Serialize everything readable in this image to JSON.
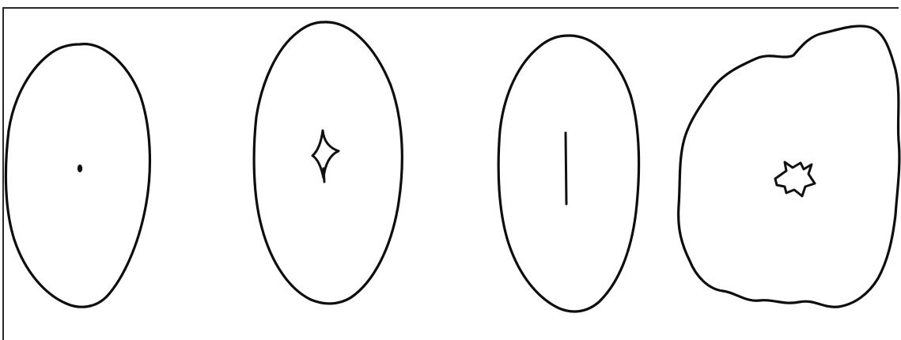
{
  "figure": {
    "panels": [
      {
        "id": "a",
        "outline_shape": "smooth-oval",
        "center_mark": "dot"
      },
      {
        "id": "b",
        "outline_shape": "smooth-oval",
        "center_mark": "four-point-star"
      },
      {
        "id": "c",
        "outline_shape": "smooth-oval",
        "center_mark": "vertical-line"
      },
      {
        "id": "d",
        "outline_shape": "irregular-lumpy",
        "center_mark": "jagged-star"
      }
    ],
    "colors": {
      "background": "#ffffff",
      "ink": "#111111",
      "frame": "#2a2a2a"
    }
  }
}
